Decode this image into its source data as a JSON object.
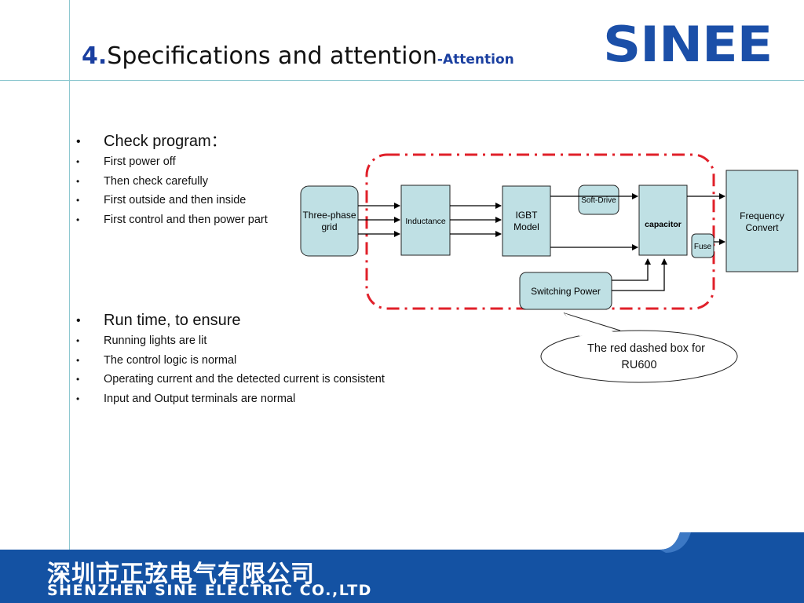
{
  "header": {
    "title_number": "4.",
    "title_main": "Specifications and attention",
    "title_sub": "-Attention",
    "logo_text": "SINEE"
  },
  "checklist": {
    "heading": "Check program：",
    "items": [
      "First power off",
      "Then check carefully",
      "First outside and then inside",
      "First control and then power part"
    ]
  },
  "runtime": {
    "heading": "Run time, to ensure",
    "items": [
      "Running lights are lit",
      "The control logic is normal",
      "Operating current and the detected current is consistent",
      "Input and Output terminals are normal"
    ]
  },
  "diagram": {
    "blocks": {
      "grid_line1": "Three-phase",
      "grid_line2": "grid",
      "inductance": "Inductance",
      "igbt_line1": "IGBT",
      "igbt_line2": "Model",
      "soft_drive": "Soft-Drive",
      "capacitor": "capacitor",
      "fuse": "Fuse",
      "switching_power": "Switching Power",
      "freq_line1": "Frequency",
      "freq_line2": "Convert"
    },
    "callout_line1": "The red dashed box for",
    "callout_line2": "RU600"
  },
  "footer": {
    "chinese_name": "深圳市正弦电气有限公司",
    "english_name": "SHENZHEN SINE ELECTRIC CO.,LTD"
  },
  "colors": {
    "title_blue": "#1a3fa0",
    "logo_blue": "#1b4fa8",
    "block_fill": "#bfe0e4",
    "dashed_red": "#e0202a",
    "footer_blue": "#1452a3"
  }
}
